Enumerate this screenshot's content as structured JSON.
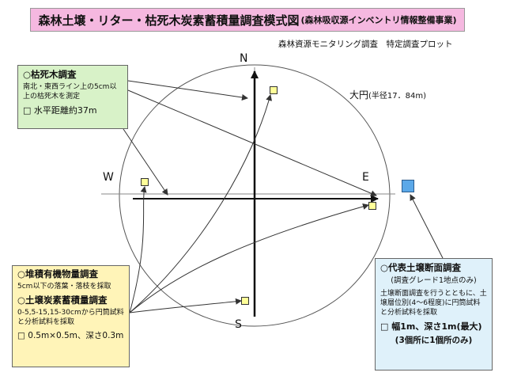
{
  "title": {
    "main": "森林土壌・リター・枯死木炭素蓄積量調査模式図",
    "sub": "(森林吸収源インベントリ情報整備事業)"
  },
  "subtitle": "森林資源モニタリング調査　特定調査プロット",
  "circle_label": {
    "text": "大円",
    "radius": "(半径17．84m)"
  },
  "directions": {
    "n": "N",
    "s": "S",
    "e": "E",
    "w": "W"
  },
  "deadwood": {
    "heading": "○枯死木調査",
    "desc": "南北・東西ライン上の5cm以上の枯死木を測定",
    "spec": "□ 水平距離約37m"
  },
  "litter": {
    "heading1": "○堆積有機物量調査",
    "desc1": "5cm以下の落葉・落枝を採取",
    "heading2": "○土壌炭素蓄積量調査",
    "desc2": "0-5,5-15,15-30cmから円筒試料と分析試料を採取",
    "spec": "□ 0.5m×0.5m、深さ0.3m"
  },
  "soil_profile": {
    "heading": "○代表土壌断面調査",
    "note": "(調査グレード1地点のみ)",
    "desc": "土壌断面調査を行うとともに、土壌層位別(4～6程度)に円筒試料と分析試料を採取",
    "spec": "□ 幅1m、深さ1m(最大)",
    "note2": "(3個所に1個所のみ)"
  },
  "colors": {
    "title_bg": "#f5b8e0",
    "deadwood_bg": "#d8f2c8",
    "litter_bg": "#fff4b8",
    "soil_bg": "#dff1fa",
    "plot_marker": "#ffff99",
    "soil_pit_marker": "#5ba8e8"
  }
}
